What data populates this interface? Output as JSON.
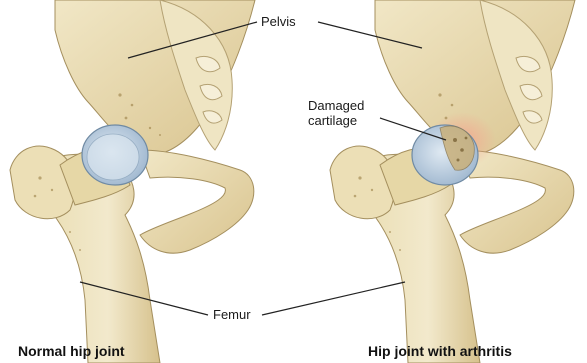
{
  "labels": {
    "pelvis": "Pelvis",
    "damaged_line1": "Damaged",
    "damaged_line2": "cartilage",
    "femur": "Femur"
  },
  "captions": {
    "left": "Normal hip joint",
    "right": "Hip joint with arthritis"
  },
  "colors": {
    "bone": "#e8dcb0",
    "bone_shadow": "#c9b27a",
    "bone_light": "#f3ecd2",
    "cartilage": "#b9cde0",
    "cartilage_edge": "#6f8aa3",
    "inflammation": "#f2a08a",
    "outline": "#8c7a55"
  }
}
